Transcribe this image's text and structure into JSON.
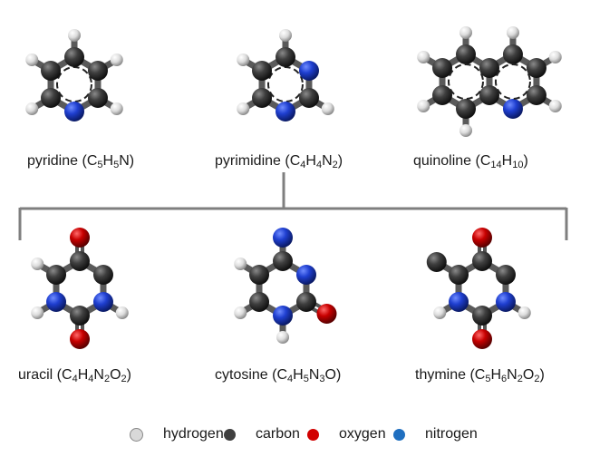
{
  "molecules": [
    {
      "name": "pyridine",
      "formula": [
        [
          "C",
          "5"
        ],
        [
          "H",
          "5"
        ],
        [
          "N",
          ""
        ]
      ]
    },
    {
      "name": "pyrimidine",
      "formula": [
        [
          "C",
          "4"
        ],
        [
          "H",
          "4"
        ],
        [
          "N",
          "2"
        ]
      ]
    },
    {
      "name": "quinoline",
      "formula": [
        [
          "C",
          "14"
        ],
        [
          "H",
          "10"
        ]
      ]
    },
    {
      "name": "uracil",
      "formula": [
        [
          "C",
          "4"
        ],
        [
          "H",
          "4"
        ],
        [
          "N",
          "2"
        ],
        [
          "O",
          "2"
        ]
      ]
    },
    {
      "name": "cytosine",
      "formula": [
        [
          "C",
          "4"
        ],
        [
          "H",
          "5"
        ],
        [
          "N",
          "3"
        ],
        [
          "O",
          ""
        ]
      ]
    },
    {
      "name": "thymine",
      "formula": [
        [
          "C",
          "5"
        ],
        [
          "H",
          "6"
        ],
        [
          "N",
          "2"
        ],
        [
          "O",
          "2"
        ]
      ]
    }
  ],
  "legend": [
    {
      "label": "hydrogen",
      "color": "#d9d9d9"
    },
    {
      "label": "carbon",
      "color": "#404040"
    },
    {
      "label": "oxygen",
      "color": "#d10000"
    },
    {
      "label": "nitrogen",
      "color": "#1f6fc0"
    }
  ],
  "colors": {
    "hydrogen": "#d9d9d9",
    "carbon": "#3a3a3a",
    "oxygen": "#c40000",
    "nitrogen": "#1a3fcf",
    "connector": "#7f7f7f"
  }
}
